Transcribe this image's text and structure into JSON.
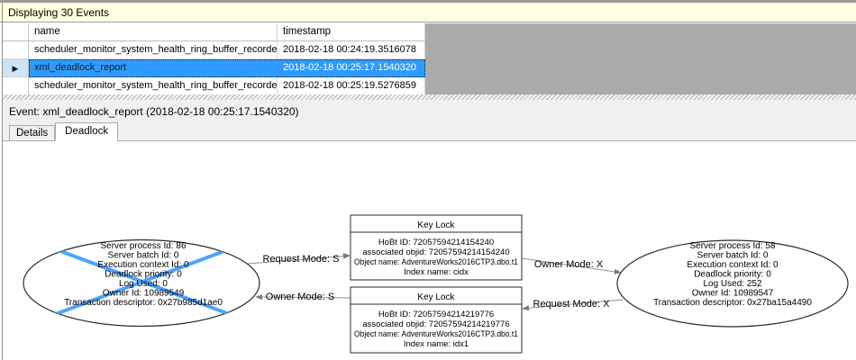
{
  "window": {
    "events_header": "Displaying 30 Events"
  },
  "table": {
    "columns": [
      "name",
      "timestamp"
    ],
    "rows": [
      {
        "name": "scheduler_monitor_system_health_ring_buffer_recorded",
        "timestamp": "2018-02-18 00:24:19.3516078",
        "selected": false
      },
      {
        "name": "xml_deadlock_report",
        "timestamp": "2018-02-18 00:25:17.1540320",
        "selected": true
      },
      {
        "name": "scheduler_monitor_system_health_ring_buffer_recorded",
        "timestamp": "2018-02-18 00:25:19.5276859",
        "selected": false
      }
    ]
  },
  "event_bar": {
    "label": "Event: xml_deadlock_report (2018-02-18 00:25:17.1540320)"
  },
  "tabs": [
    {
      "label": "Details",
      "active": false
    },
    {
      "label": "Deadlock",
      "active": true
    }
  ],
  "icons": {
    "current_row_marker": "▶"
  },
  "colors": {
    "selection_blue": "#2f9bfe",
    "victim_cross_blue": "#4da3ff",
    "events_header_yellow": "#ffffe1",
    "grid_empty_gray": "#ababab"
  },
  "graph": {
    "process_victim": {
      "lines": [
        "Server process Id: 86",
        "Server batch Id: 0",
        "Execution context Id: 0",
        "Deadlock priority: 0",
        "Log Used: 0",
        "Owner Id: 10989549",
        "Transaction descriptor: 0x27b985d1ae0"
      ]
    },
    "process_other": {
      "lines": [
        "Server process Id: 58",
        "Server batch Id: 0",
        "Execution context Id: 0",
        "Deadlock priority: 0",
        "Log Used: 252",
        "Owner Id: 10989547",
        "Transaction descriptor: 0x27ba15a4490"
      ]
    },
    "resource_top": {
      "title": "Key Lock",
      "lines": [
        "HoBt ID: 72057594214154240",
        "associated objid: 72057594214154240",
        "Object name: AdventureWorks2016CTP3.dbo.t1",
        "Index name: cidx"
      ]
    },
    "resource_bottom": {
      "title": "Key Lock",
      "lines": [
        "HoBt ID: 72057594214219776",
        "associated objid: 72057594214219776",
        "Object name: AdventureWorks2016CTP3.dbo.t1",
        "Index name: idx1"
      ]
    },
    "edge_labels": {
      "request_s": "Request Mode: S",
      "owner_s": "Owner Mode: S",
      "owner_x": "Owner Mode: X",
      "request_x": "Request Mode: X"
    }
  }
}
